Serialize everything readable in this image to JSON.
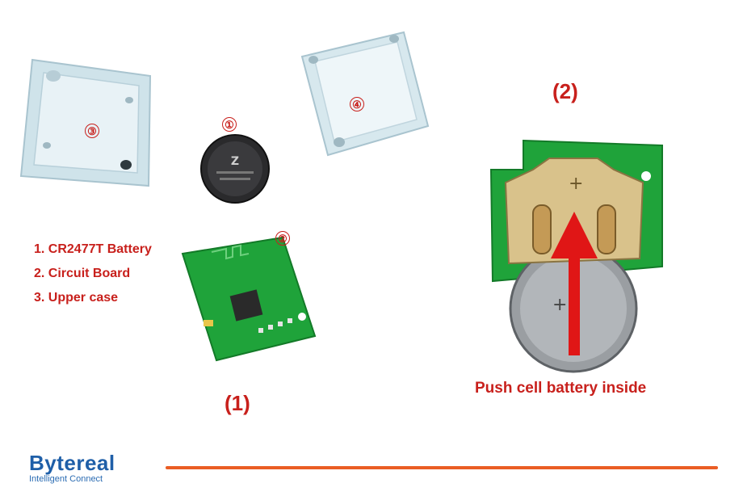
{
  "legend": {
    "items": [
      "1. CR2477T Battery",
      "2. Circuit Board",
      "3. Upper case"
    ]
  },
  "markers": {
    "battery": "①",
    "board": "②",
    "upper_case": "③",
    "lower_case": "④"
  },
  "figure_labels": {
    "left": "(1)",
    "right": "(2)"
  },
  "caption": "Push cell battery inside",
  "brand": {
    "name": "Bytereal",
    "tagline": "Intelligent Connect"
  },
  "colors": {
    "accent_red": "#c8201c",
    "brand_blue": "#1f5fa8",
    "divider_orange": "#ea5d24",
    "pcb_green": "#1fa33a"
  }
}
